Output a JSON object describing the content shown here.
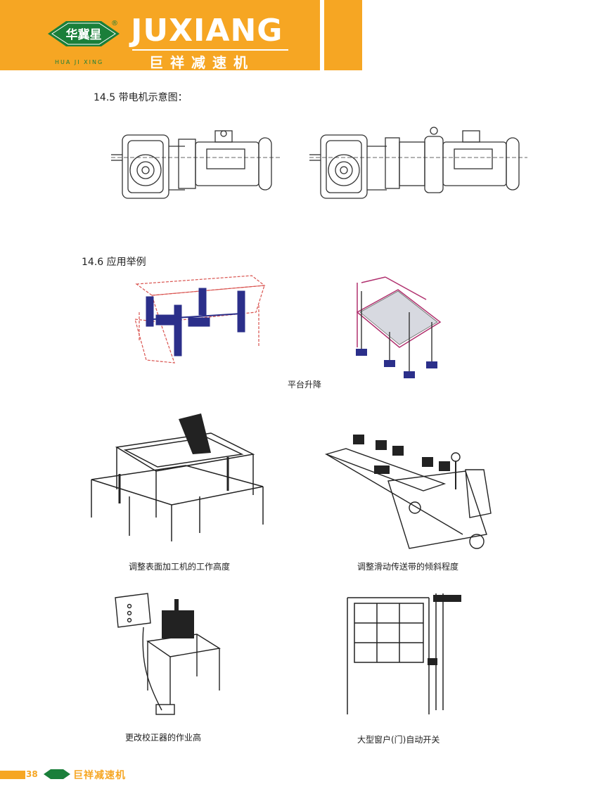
{
  "header": {
    "logo_text": "华冀星",
    "logo_sub": "HUA JI XING",
    "reg_mark": "®",
    "brand_en": "JUXIANG",
    "brand_cn": "巨祥减速机"
  },
  "section_14_5": {
    "title": "14.5 带电机示意图："
  },
  "section_14_6": {
    "title": "14.6  应用举例",
    "captions": {
      "platform": "平台升降",
      "surface": "调整表面加工机的工作高度",
      "conveyor": "调整滑动传送带的倾斜程度",
      "corrector": "更改校正器的作业高",
      "window": "大型窗户(门)自动开关"
    }
  },
  "footer": {
    "page": "38",
    "brand_cn": "巨祥减速机"
  },
  "colors": {
    "accent": "#f6a623",
    "logo_green": "#1a7f3a",
    "jack_blue": "#2b2f8a",
    "dashed_red": "#d9534f",
    "magenta": "#b0306e"
  }
}
